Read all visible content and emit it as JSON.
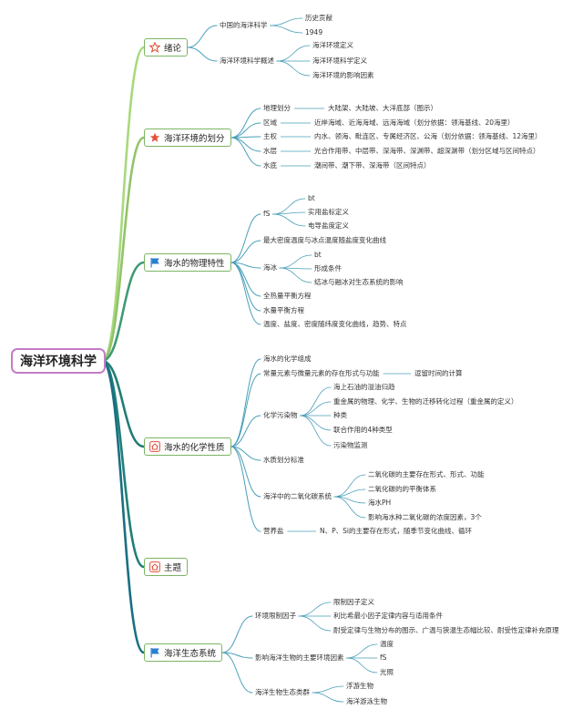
{
  "root": "海洋环境科学",
  "topics": [
    {
      "label": "绪论",
      "icon": "star-outline-icon",
      "children": [
        {
          "label": "中国的海洋科学",
          "children": [
            {
              "label": "历史贡献"
            },
            {
              "label": "1949"
            }
          ]
        },
        {
          "label": "海洋环境科学概述",
          "children": [
            {
              "label": "海洋环境定义"
            },
            {
              "label": "海洋环境科学定义"
            },
            {
              "label": "海洋环境的影响因素"
            }
          ]
        }
      ]
    },
    {
      "label": "海洋环境的划分",
      "icon": "star-filled-icon",
      "children": [
        {
          "label": "地理划分",
          "children": [
            {
              "label": "大陆架、大陆坡、大洋底部（图示）"
            }
          ]
        },
        {
          "label": "区域",
          "children": [
            {
              "label": "近岸海域、近海海域、远海海域（划分依据：领海基线、20海里）"
            }
          ]
        },
        {
          "label": "主权",
          "children": [
            {
              "label": "内水、领海、毗连区、专属经济区、公海（划分依据：领海基线、12海里）"
            }
          ]
        },
        {
          "label": "水层",
          "children": [
            {
              "label": "光合作用带、中层带、深海带、深渊带、超深渊带（划分区域与区间特点）"
            }
          ]
        },
        {
          "label": "水底",
          "children": [
            {
              "label": "潮间带、潮下带、深海带（区间特点）"
            }
          ]
        }
      ]
    },
    {
      "label": "海水的物理特性",
      "icon": "flag-icon",
      "children": [
        {
          "label": "fS",
          "children": [
            {
              "label": "bt"
            },
            {
              "label": "实用盐标定义"
            },
            {
              "label": "电导盐度定义"
            }
          ]
        },
        {
          "label": "最大密度温度与冰点温度随盐度变化曲线"
        },
        {
          "label": "海冰",
          "children": [
            {
              "label": "bt"
            },
            {
              "label": "形成条件"
            },
            {
              "label": "结冰与融冰对生态系统的影响"
            }
          ]
        },
        {
          "label": "全热量平衡方程"
        },
        {
          "label": "水量平衡方程"
        },
        {
          "label": "温度、盐度、密度随纬度变化曲线，趋势、特点"
        }
      ]
    },
    {
      "label": "海水的化学性质",
      "icon": "home-icon",
      "children": [
        {
          "label": "海水的化学组成"
        },
        {
          "label": "常量元素与微量元素的存在形式与功能",
          "children": [
            {
              "label": "逗留时间的计算"
            }
          ]
        },
        {
          "label": "化学污染物",
          "children": [
            {
              "label": "海上石油的溢油归趋"
            },
            {
              "label": "重金属的物理、化学、生物的迁移转化过程（重金属的定义）"
            },
            {
              "label": "种类"
            },
            {
              "label": "联合作用的4种类型"
            },
            {
              "label": "污染物监测"
            }
          ]
        },
        {
          "label": "水质划分标准"
        },
        {
          "label": "海洋中的二氧化碳系统",
          "children": [
            {
              "label": "二氧化碳的主要存在形式、形式、功能"
            },
            {
              "label": "二氧化碳的的平衡体系"
            },
            {
              "label": "海水PH"
            },
            {
              "label": "影响海水种二氧化碳的浓度因素，3个"
            }
          ]
        },
        {
          "label": "营养盐",
          "children": [
            {
              "label": "N、P、Si的主要存在形式，随季节变化曲线、循环"
            }
          ]
        }
      ]
    },
    {
      "label": "主题",
      "icon": "home-icon",
      "children": []
    },
    {
      "label": "海洋生态系统",
      "icon": "flag-icon",
      "children": [
        {
          "label": "环境限制因子",
          "children": [
            {
              "label": "限制因子定义"
            },
            {
              "label": "利比希最小因子定律内容与适用条件"
            },
            {
              "label": "耐受定律与生物分布的图示、广温与狭温生态幅比较、耐受性定律补充原理"
            }
          ]
        },
        {
          "label": "影响海洋生物的主要环境因素",
          "children": [
            {
              "label": "温度"
            },
            {
              "label": "fS"
            },
            {
              "label": "光照"
            }
          ]
        },
        {
          "label": "海洋生物生态类群",
          "children": [
            {
              "label": "浮游生物"
            },
            {
              "label": "海洋游泳生物"
            }
          ]
        }
      ]
    }
  ],
  "colors": {
    "root_border": "#c37cc6",
    "topic_border": "#7bb564",
    "branches": [
      "#a8d97c",
      "#92c36a",
      "#3f9a74",
      "#217c74",
      "#1f7f78",
      "#1a6f82"
    ],
    "sub_line": "#4a9fb9",
    "icon_red": "#e0533b",
    "icon_blue": "#2a7fd0"
  }
}
